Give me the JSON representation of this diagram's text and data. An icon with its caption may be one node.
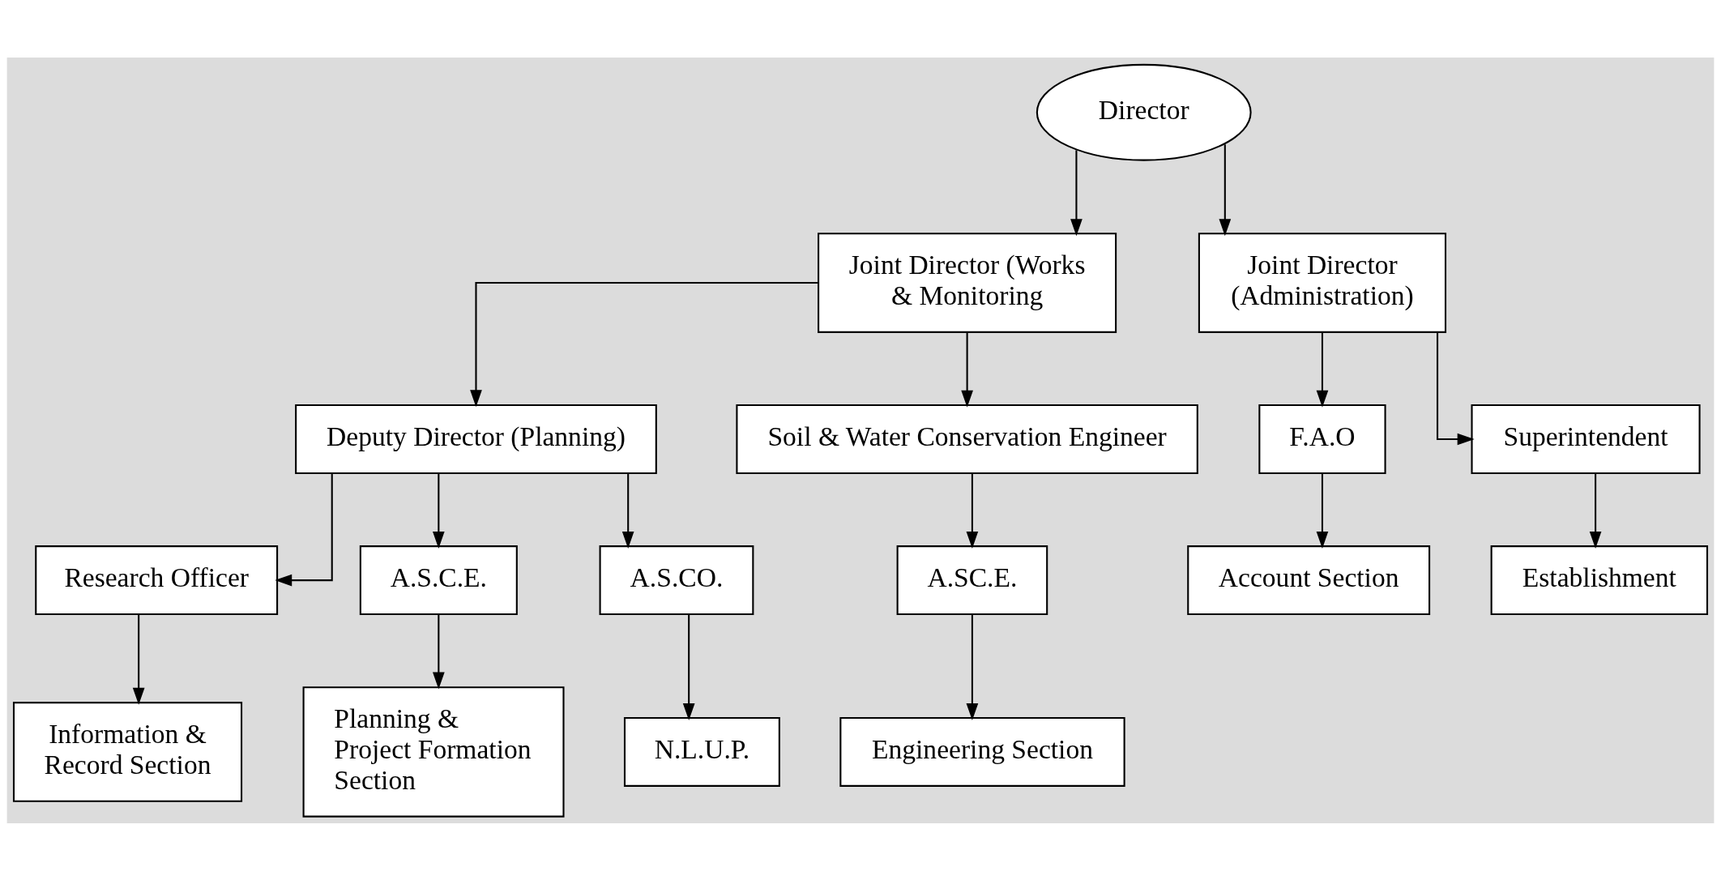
{
  "diagram": {
    "nodes": [
      {
        "text": [
          "Director"
        ]
      },
      {
        "text": [
          "Joint Director (Works & Monitoring"
        ]
      },
      {
        "text": [
          "Joint Director (Administration)"
        ]
      },
      {
        "text": [
          "Deputy Director (Planning)"
        ]
      },
      {
        "text": [
          "Soil & Water Conservation Engineer"
        ]
      },
      {
        "text": [
          "Research Officer"
        ]
      },
      {
        "text": [
          "A.S.C.E."
        ]
      },
      {
        "text": [
          "A.S.CO."
        ]
      },
      {
        "text": [
          "A.SC.E."
        ]
      },
      {
        "text": [
          "F.A.O"
        ]
      },
      {
        "text": [
          "Superintendent"
        ]
      },
      {
        "text": [
          "Information & Record Section"
        ]
      },
      {
        "text": [
          "Planning & Project Formation Section"
        ]
      },
      {
        "text": [
          "N.L.U.P."
        ]
      },
      {
        "text": [
          "Engineering Section"
        ]
      },
      {
        "text": [
          "Account Section"
        ]
      },
      {
        "text": [
          "Establishment"
        ]
      }
    ],
    "edges": [
      {
        "from": 0,
        "to": 1,
        "arrow": "to"
      },
      {
        "from": 0,
        "to": 2,
        "arrow": "to"
      },
      {
        "from": 1,
        "to": 3,
        "arrow": "to"
      },
      {
        "from": 1,
        "to": 4,
        "arrow": "to"
      },
      {
        "from": 3,
        "to": 5,
        "arrow": "to"
      },
      {
        "from": 3,
        "to": 6,
        "arrow": "to"
      },
      {
        "from": 3,
        "to": 7,
        "arrow": "to"
      },
      {
        "from": 4,
        "to": 8,
        "arrow": "to"
      },
      {
        "from": 2,
        "to": 9,
        "arrow": "to"
      },
      {
        "from": 2,
        "to": 10,
        "arrow": "to"
      },
      {
        "from": 5,
        "to": 11,
        "arrow": "to"
      },
      {
        "from": 6,
        "to": 12,
        "arrow": "to"
      },
      {
        "from": 7,
        "to": 13,
        "arrow": "to"
      },
      {
        "from": 8,
        "to": 14,
        "arrow": "to"
      },
      {
        "from": 9,
        "to": 15,
        "arrow": "to"
      },
      {
        "from": 10,
        "to": 16,
        "arrow": "to"
      }
    ]
  }
}
